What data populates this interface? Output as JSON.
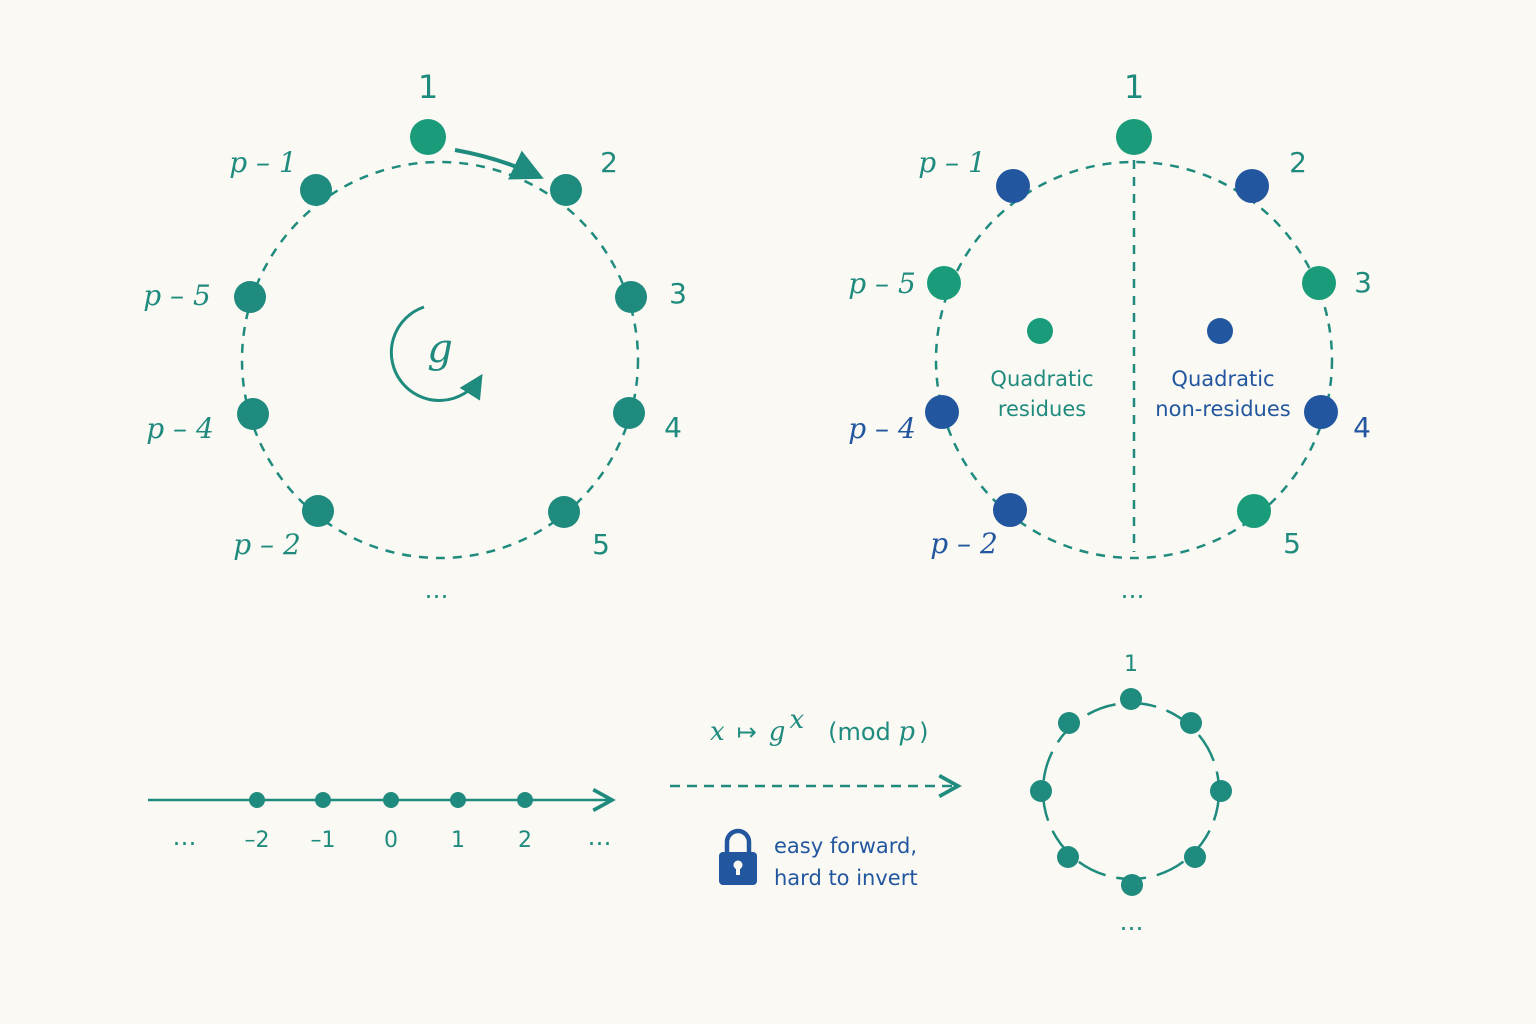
{
  "colors": {
    "background": "#fbf9f3",
    "teal": "#1f8b7e",
    "green": "#1a9c7a",
    "blue": "#2257a0"
  },
  "left_cycle": {
    "generator": "g",
    "labels": {
      "top": "1",
      "r1": "2",
      "r2": "3",
      "r3": "4",
      "r4": "5",
      "l1": "p – 1",
      "l2": "p – 5",
      "l3": "p – 4",
      "l4": "p – 2",
      "bottom": "…"
    }
  },
  "right_cycle": {
    "labels": {
      "top": "1",
      "r1": "2",
      "r2": "3",
      "r3": "4",
      "r4": "5",
      "l1": "p – 1",
      "l2": "p – 5",
      "l3": "p – 4",
      "l4": "p – 2",
      "bottom": "…"
    },
    "residues_line1": "Quadratic",
    "residues_line2": "residues",
    "nonresidues_line1": "Quadratic",
    "nonresidues_line2": "non-residues"
  },
  "number_line": {
    "left_dots": "…",
    "right_dots": "…",
    "ticks": [
      "–2",
      "–1",
      "0",
      "1",
      "2"
    ]
  },
  "mapping": {
    "x": "x",
    "arrow": "↦",
    "g": "g",
    "exp": "x",
    "mod_open": "(mod ",
    "p": "p",
    "mod_close": ")"
  },
  "lock": {
    "line1": "easy forward,",
    "line2": "hard to invert"
  },
  "small_cycle": {
    "top": "1",
    "bottom": "…"
  }
}
